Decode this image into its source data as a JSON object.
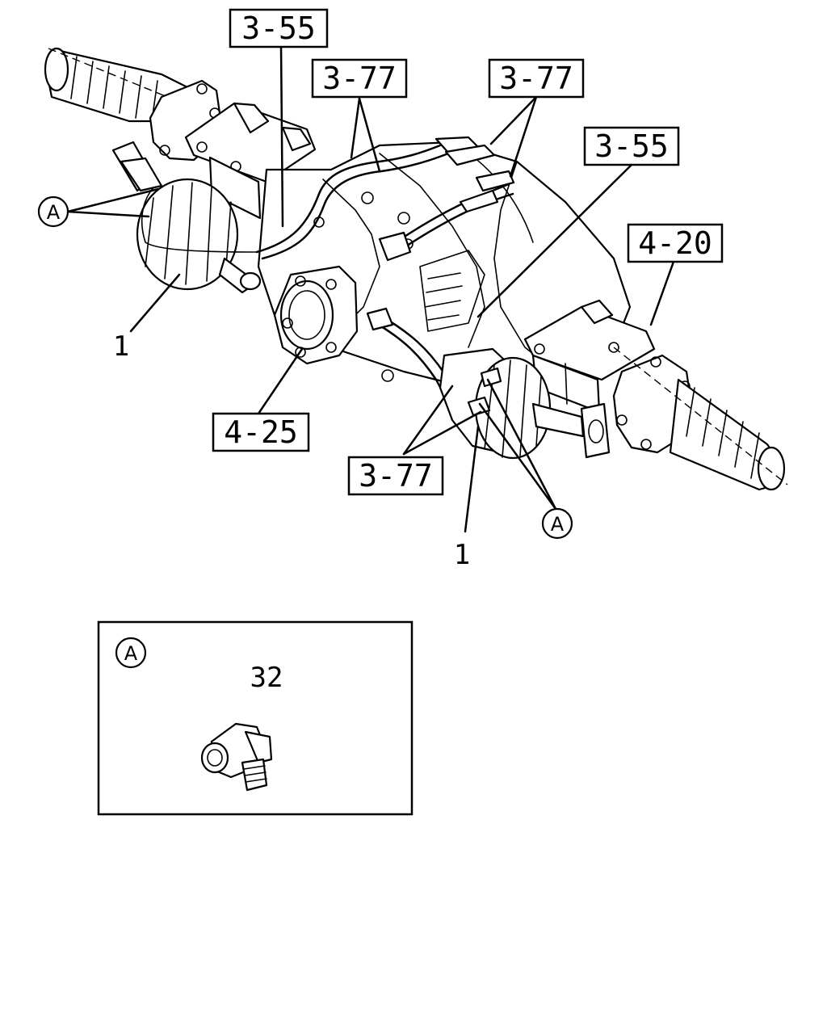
{
  "callouts": {
    "ref_3_55_top": "3-55",
    "ref_3_77_center": "3-77",
    "ref_3_77_right": "3-77",
    "ref_3_55_right": "3-55",
    "ref_4_20": "4-20",
    "ref_4_25": "4-25",
    "ref_3_77_bottom": "3-77",
    "part_1_left": "1",
    "part_1_bottom": "1",
    "detail_a_left": "A",
    "detail_a_bottom": "A"
  },
  "detail_box": {
    "marker": "A",
    "part_number": "32"
  }
}
